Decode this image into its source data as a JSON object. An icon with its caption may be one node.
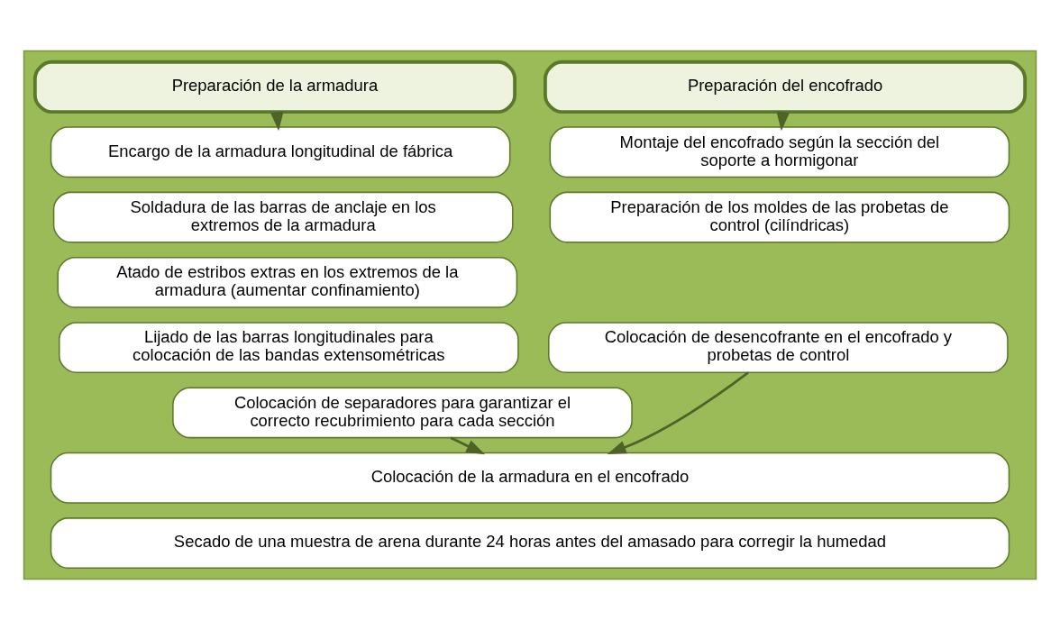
{
  "diagram": {
    "nodes": [
      {
        "text": [],
        "shape": "box"
      },
      {
        "text": [
          "Preparación de la armadura"
        ],
        "in": 0
      },
      {
        "text": [
          "Preparación del encofrado"
        ],
        "in": 0
      },
      {
        "text": [
          "Encargo de la armadura longitudinal de fábrica"
        ],
        "in": 0
      },
      {
        "text": [
          "Soldadura de las barras de anclaje en los extremos de la armadura"
        ],
        "in": 0
      },
      {
        "text": [
          "Atado de estribos extras en los extremos de la armadura (aumentar confinamiento)"
        ],
        "in": 0
      },
      {
        "text": [
          "Lijado de las barras longitudinales para colocación de las bandas extensométricas"
        ],
        "in": 0
      },
      {
        "text": [
          "Colocación de separadores para garantizar el correcto recubrimiento para cada sección"
        ],
        "in": 0
      },
      {
        "text": [
          "Montaje del encofrado según la sección del soporte a hormigonar"
        ],
        "in": 0
      },
      {
        "text": [
          "Preparación de los moldes de las probetas de control (cilíndricas)"
        ],
        "in": 0
      },
      {
        "text": [
          "Colocación de desencofrante en el encofrado y probetas de control"
        ],
        "in": 0
      },
      {
        "text": [
          "Colocación de la armadura en el encofrado"
        ],
        "in": 0
      },
      {
        "text": [
          "Secado de una muestra de arena durante 24 horas antes del amasado para corregir la humedad"
        ],
        "in": 0
      }
    ],
    "edges": [
      {
        "from": 1,
        "to": 3,
        "arrow": "to"
      },
      {
        "from": 2,
        "to": 8,
        "arrow": "to"
      },
      {
        "from": 7,
        "to": 11,
        "arrow": "to"
      },
      {
        "from": 10,
        "to": 11,
        "arrow": "to"
      }
    ]
  }
}
